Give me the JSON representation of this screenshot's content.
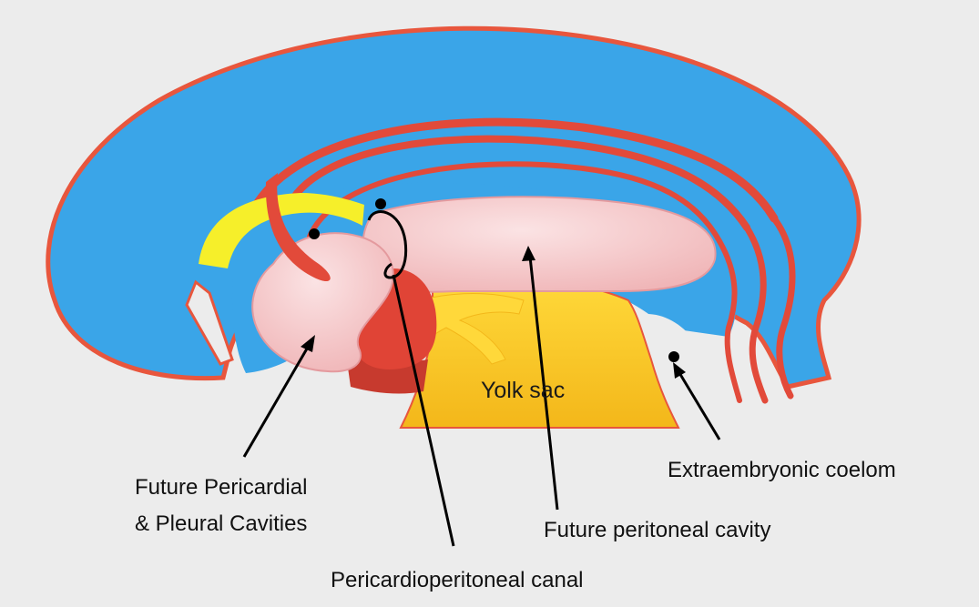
{
  "labels": {
    "yolk_sac": "Yolk sac",
    "pericardial_line1": "Future Pericardial",
    "pericardial_line2": "& Pleural Cavities",
    "extraembryonic": "Extraembryonic coelom",
    "peritoneal": "Future peritoneal cavity",
    "canal": "Pericardioperitoneal canal"
  },
  "colors": {
    "background": "#ececec",
    "ectoderm_blue": "#3aa5e8",
    "ectoderm_blue_dark": "#2f8fd8",
    "outline_red": "#e8563d",
    "vessel_red": "#e24a3a",
    "gut_pink": "#f3c2c4",
    "gut_pink_light": "#f8d9da",
    "yolk_yellow": "#f7c61d",
    "yolk_yellow_light": "#ffd83a",
    "septum_yellow": "#f6ef2a",
    "heart_red": "#e04436",
    "arrow_black": "#000000"
  }
}
